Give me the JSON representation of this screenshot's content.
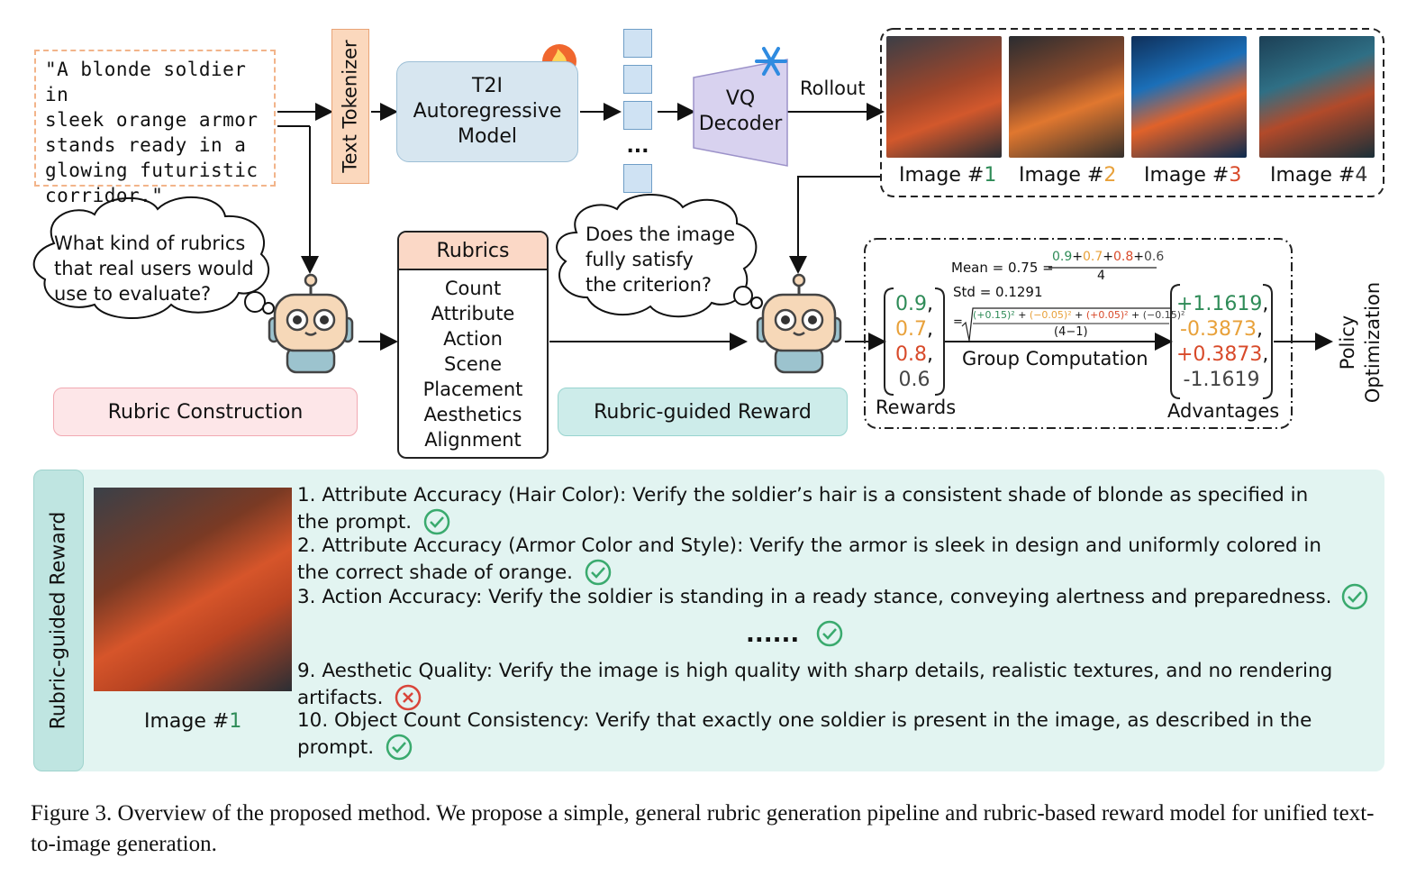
{
  "prompt": {
    "lines": [
      "\"A blonde soldier in",
      "sleek orange armor",
      "stands ready in a",
      "glowing futuristic",
      "corridor.\""
    ]
  },
  "tokenizer_label": "Text Tokenizer",
  "t2i": {
    "lines": [
      "T2I",
      "Autoregressive",
      "Model"
    ]
  },
  "vq": {
    "lines": [
      "VQ",
      "Decoder"
    ]
  },
  "token_dots": "...",
  "rollout_label": "Rollout",
  "images": [
    {
      "prefix": "Image #",
      "num": "1",
      "num_color": "#2e8b57"
    },
    {
      "prefix": "Image #",
      "num": "2",
      "num_color": "#e8a13a"
    },
    {
      "prefix": "Image #",
      "num": "3",
      "num_color": "#d84a2a"
    },
    {
      "prefix": "Image #",
      "num": "4",
      "num_color": "#333333"
    }
  ],
  "bubble_left": {
    "lines": [
      "What kind of rubrics",
      "that real users would",
      "use to evaluate?"
    ]
  },
  "bubble_mid": {
    "lines": [
      "Does the image",
      "fully satisfy",
      "the criterion?"
    ]
  },
  "rubric_construction": "Rubric Construction",
  "rubric_guided_reward": "Rubric-guided Reward",
  "rubrics": {
    "header": "Rubrics",
    "items": [
      "Count",
      "Attribute",
      "Action",
      "Scene",
      "Placement",
      "Aesthetics",
      "Alignment"
    ]
  },
  "group": {
    "mean_label": "Mean = 0.75 =",
    "mean_num": [
      "0.9",
      "+",
      "0.7",
      "+",
      "0.8",
      "+",
      "0.6"
    ],
    "mean_den": "4",
    "std_label": "Std  = 0.1291",
    "std_eq": "=",
    "std_num": [
      "(+0.15)²",
      " + ",
      "(−0.05)²",
      " + ",
      "(+0.05)²",
      " + ",
      "(−0.15)²"
    ],
    "std_den": "(4−1)",
    "rewards": [
      "0.9",
      "0.7",
      "0.8",
      "0.6"
    ],
    "rewards_label": "Rewards",
    "computation_label": "Group Computation",
    "advantages": [
      "+1.1619",
      "-0.3873",
      "+0.3873",
      "-1.1619"
    ],
    "advantages_label": "Advantages",
    "policy": [
      "Policy",
      "Optimization"
    ]
  },
  "colors": {
    "green": "#2e8b57",
    "orange": "#e8a13a",
    "red": "#d84a2a",
    "dark": "#444444",
    "check": "#3aaa6e",
    "cross": "#d9453a"
  },
  "bottom": {
    "side_label": "Rubric-guided Reward",
    "image_prefix": "Image #",
    "image_num": "1",
    "criteria": [
      {
        "lines": [
          "1. Attribute Accuracy (Hair Color): Verify the soldier’s hair is a consistent shade of blonde as specified in",
          "the prompt."
        ],
        "result": "pass"
      },
      {
        "lines": [
          "2. Attribute Accuracy (Armor Color and Style): Verify the armor is sleek in design and uniformly colored in",
          "the correct shade of orange."
        ],
        "result": "pass"
      },
      {
        "lines": [
          "3. Action Accuracy: Verify the soldier is standing in a ready stance, conveying alertness and preparedness."
        ],
        "result": "pass"
      },
      {
        "lines": [
          "......"
        ],
        "result": "pass"
      },
      {
        "lines": [
          "9. Aesthetic Quality: Verify the image is high quality with sharp details, realistic textures, and no rendering",
          "artifacts."
        ],
        "result": "fail"
      },
      {
        "lines": [
          "10. Object Count Consistency: Verify that exactly one soldier is present in the image, as described in the",
          "prompt."
        ],
        "result": "pass"
      }
    ]
  },
  "caption": "Figure 3. Overview of the proposed method. We propose a simple, general rubric generation pipeline and rubric-based reward model for unified text-to-image generation."
}
